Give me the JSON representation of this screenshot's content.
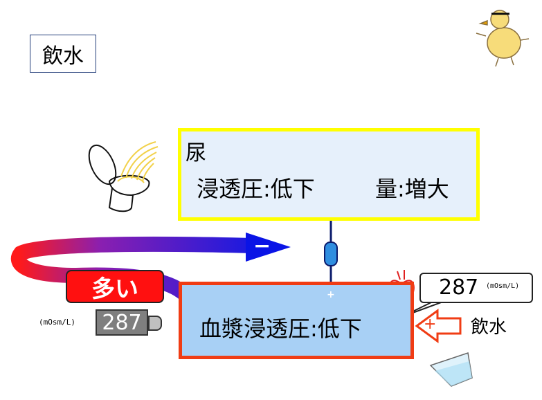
{
  "title": "飲水",
  "urine": {
    "label": "尿",
    "osmolality": "浸透圧:低下",
    "volume": "量:増大"
  },
  "plasma": {
    "label": "血漿浸透圧:低下"
  },
  "feedback_sign": "−",
  "many_badge": "多い",
  "sensor": {
    "value": "287",
    "unit": "(mOsm/L)"
  },
  "callout": {
    "value": "287",
    "unit": "(mOsm/L)"
  },
  "stimulus_sign": "+",
  "link_sign": "+",
  "water_intake_label": "飲水",
  "colors": {
    "urine_border": "#ffff00",
    "plasma_border": "#f03c14",
    "plasma_fill": "#a8d0f5",
    "badge": "#ff1010"
  }
}
